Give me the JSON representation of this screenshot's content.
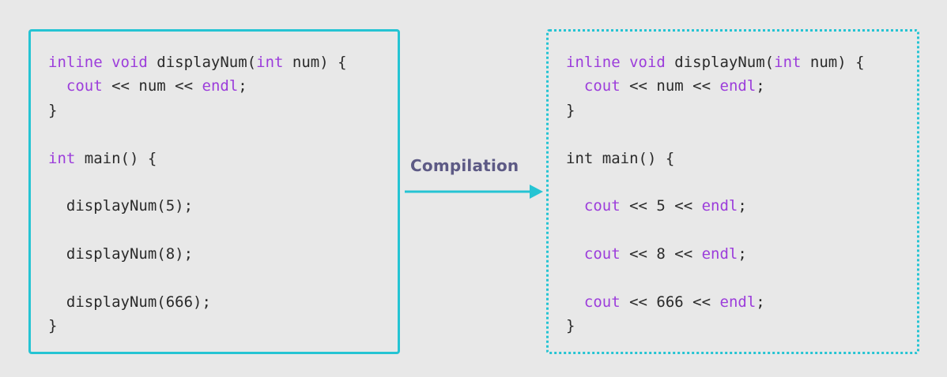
{
  "label": "Compilation",
  "colors": {
    "accent": "#25c4d3",
    "keyword": "#9c3ddb",
    "label": "#5d5a85",
    "text": "#2a2a2a",
    "background": "#e8e8e8"
  },
  "left": {
    "lines": [
      [
        {
          "t": "inline void",
          "k": true
        },
        {
          "t": " displayNum(",
          "k": false
        },
        {
          "t": "int",
          "k": true
        },
        {
          "t": " num) {",
          "k": false
        }
      ],
      [
        {
          "t": "  ",
          "k": false
        },
        {
          "t": "cout",
          "k": true
        },
        {
          "t": " << num << ",
          "k": false
        },
        {
          "t": "endl",
          "k": true
        },
        {
          "t": ";",
          "k": false
        }
      ],
      [
        {
          "t": "}",
          "k": false
        }
      ],
      [],
      [
        {
          "t": "int",
          "k": true
        },
        {
          "t": " main() {",
          "k": false
        }
      ],
      [],
      [
        {
          "t": "  displayNum(5);",
          "k": false
        }
      ],
      [],
      [
        {
          "t": "  displayNum(8);",
          "k": false
        }
      ],
      [],
      [
        {
          "t": "  displayNum(666);",
          "k": false
        }
      ],
      [
        {
          "t": "}",
          "k": false
        }
      ]
    ]
  },
  "right": {
    "lines": [
      [
        {
          "t": "inline void",
          "k": true
        },
        {
          "t": " displayNum(",
          "k": false
        },
        {
          "t": "int",
          "k": true
        },
        {
          "t": " num) {",
          "k": false
        }
      ],
      [
        {
          "t": "  ",
          "k": false
        },
        {
          "t": "cout",
          "k": true
        },
        {
          "t": " << num << ",
          "k": false
        },
        {
          "t": "endl",
          "k": true
        },
        {
          "t": ";",
          "k": false
        }
      ],
      [
        {
          "t": "}",
          "k": false
        }
      ],
      [],
      [
        {
          "t": "int main() {",
          "k": false
        }
      ],
      [],
      [
        {
          "t": "  ",
          "k": false
        },
        {
          "t": "cout",
          "k": true
        },
        {
          "t": " << 5 << ",
          "k": false
        },
        {
          "t": "endl",
          "k": true
        },
        {
          "t": ";",
          "k": false
        }
      ],
      [],
      [
        {
          "t": "  ",
          "k": false
        },
        {
          "t": "cout",
          "k": true
        },
        {
          "t": " << 8 << ",
          "k": false
        },
        {
          "t": "endl",
          "k": true
        },
        {
          "t": ";",
          "k": false
        }
      ],
      [],
      [
        {
          "t": "  ",
          "k": false
        },
        {
          "t": "cout",
          "k": true
        },
        {
          "t": " << 666 << ",
          "k": false
        },
        {
          "t": "endl",
          "k": true
        },
        {
          "t": ";",
          "k": false
        }
      ],
      [
        {
          "t": "}",
          "k": false
        }
      ]
    ]
  }
}
